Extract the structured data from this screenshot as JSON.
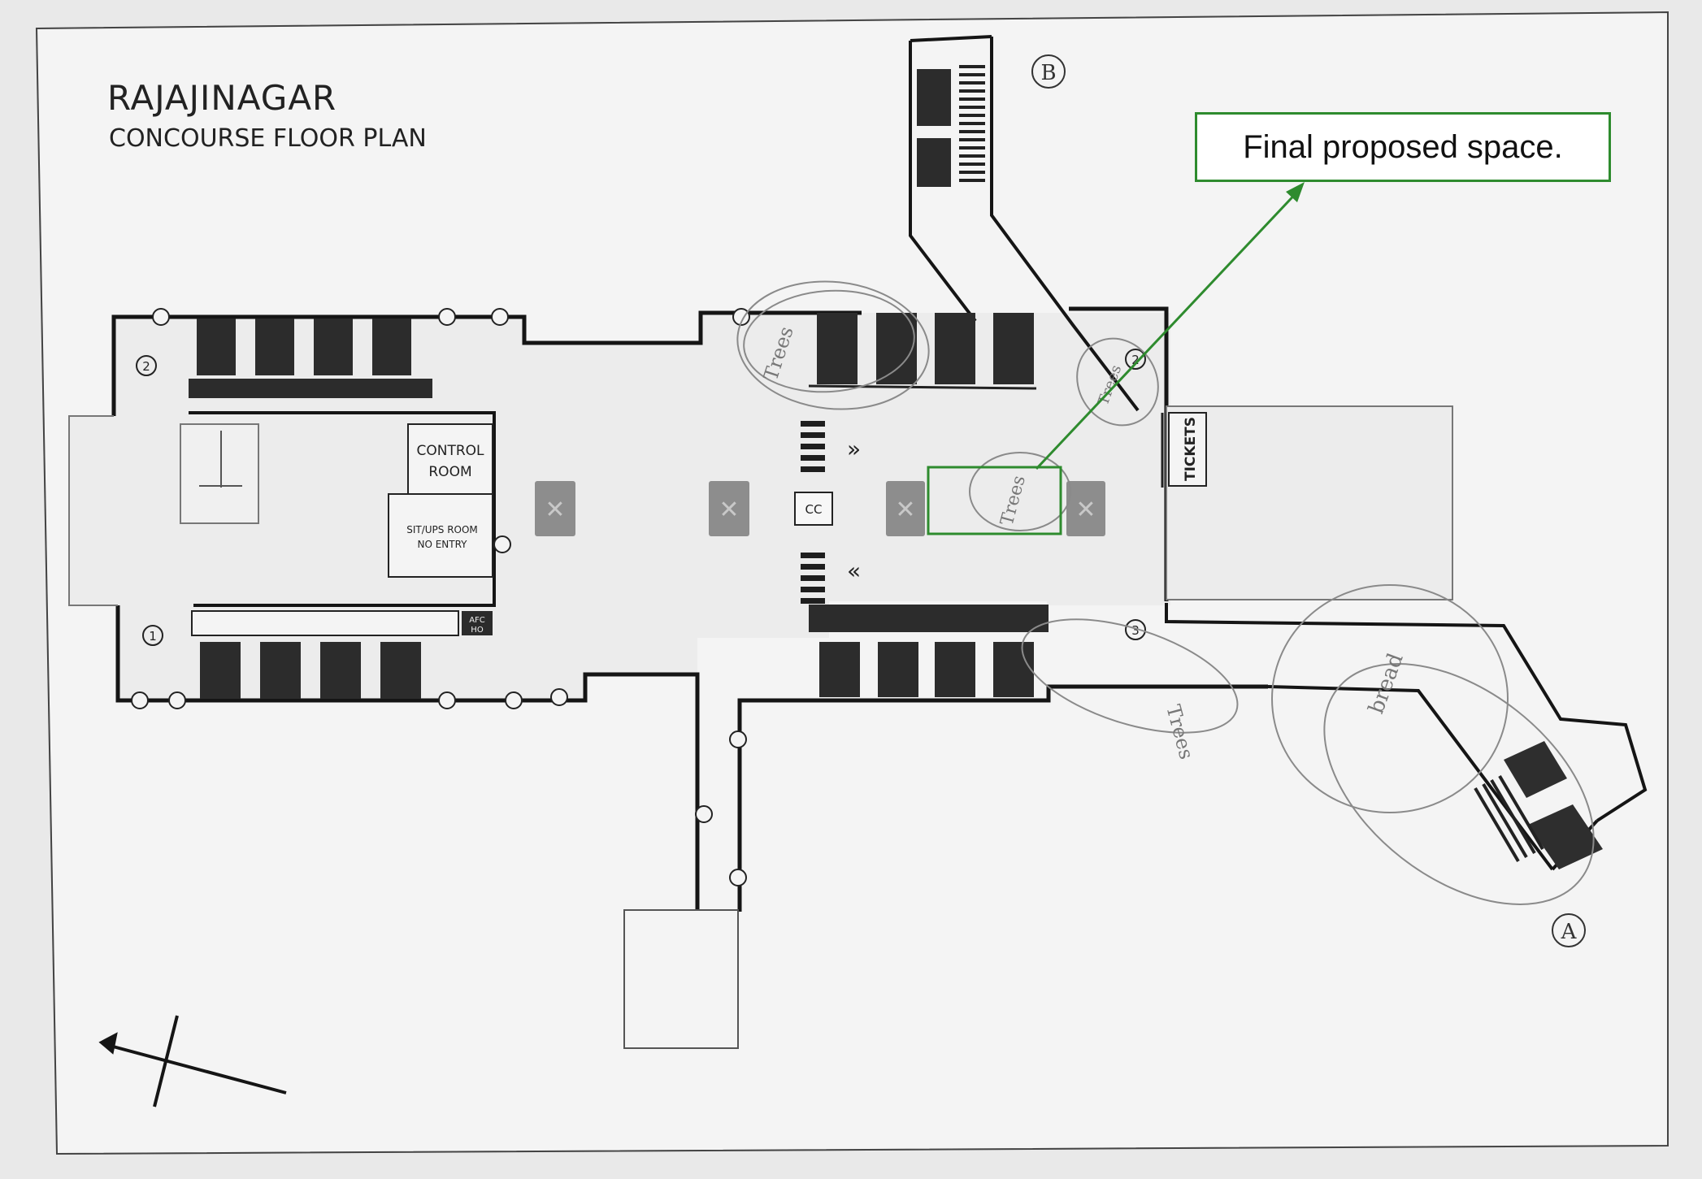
{
  "title": "RAJAJINAGAR",
  "subtitle": "CONCOURSE FLOOR PLAN",
  "rooms": {
    "control_room_line1": "CONTROL",
    "control_room_line2": "ROOM",
    "sit_ups_line1": "SIT/UPS ROOM",
    "sit_ups_line2": "NO ENTRY",
    "tickets": "TICKETS",
    "cc": "CC",
    "afc_line1": "AFC",
    "afc_line2": "HO"
  },
  "entry_labels": {
    "a": "A",
    "b": "B"
  },
  "entry_numbers": {
    "one": "1",
    "two": "2",
    "three": "3"
  },
  "handwritten": {
    "trees": "Trees",
    "bread": "bread",
    "trees_short": "Trees"
  },
  "callout": {
    "text": "Final proposed space."
  },
  "colors": {
    "callout_green": "#2e8b2e",
    "line": "#151515",
    "paper": "#f3f3f3",
    "pencil": "#8a8a8a",
    "blocked": "#8d8d8d"
  },
  "icons": [
    "no-entry-icon",
    "arrow-chevron-icon",
    "north-arrow-icon",
    "fire-extinguisher-icon"
  ]
}
